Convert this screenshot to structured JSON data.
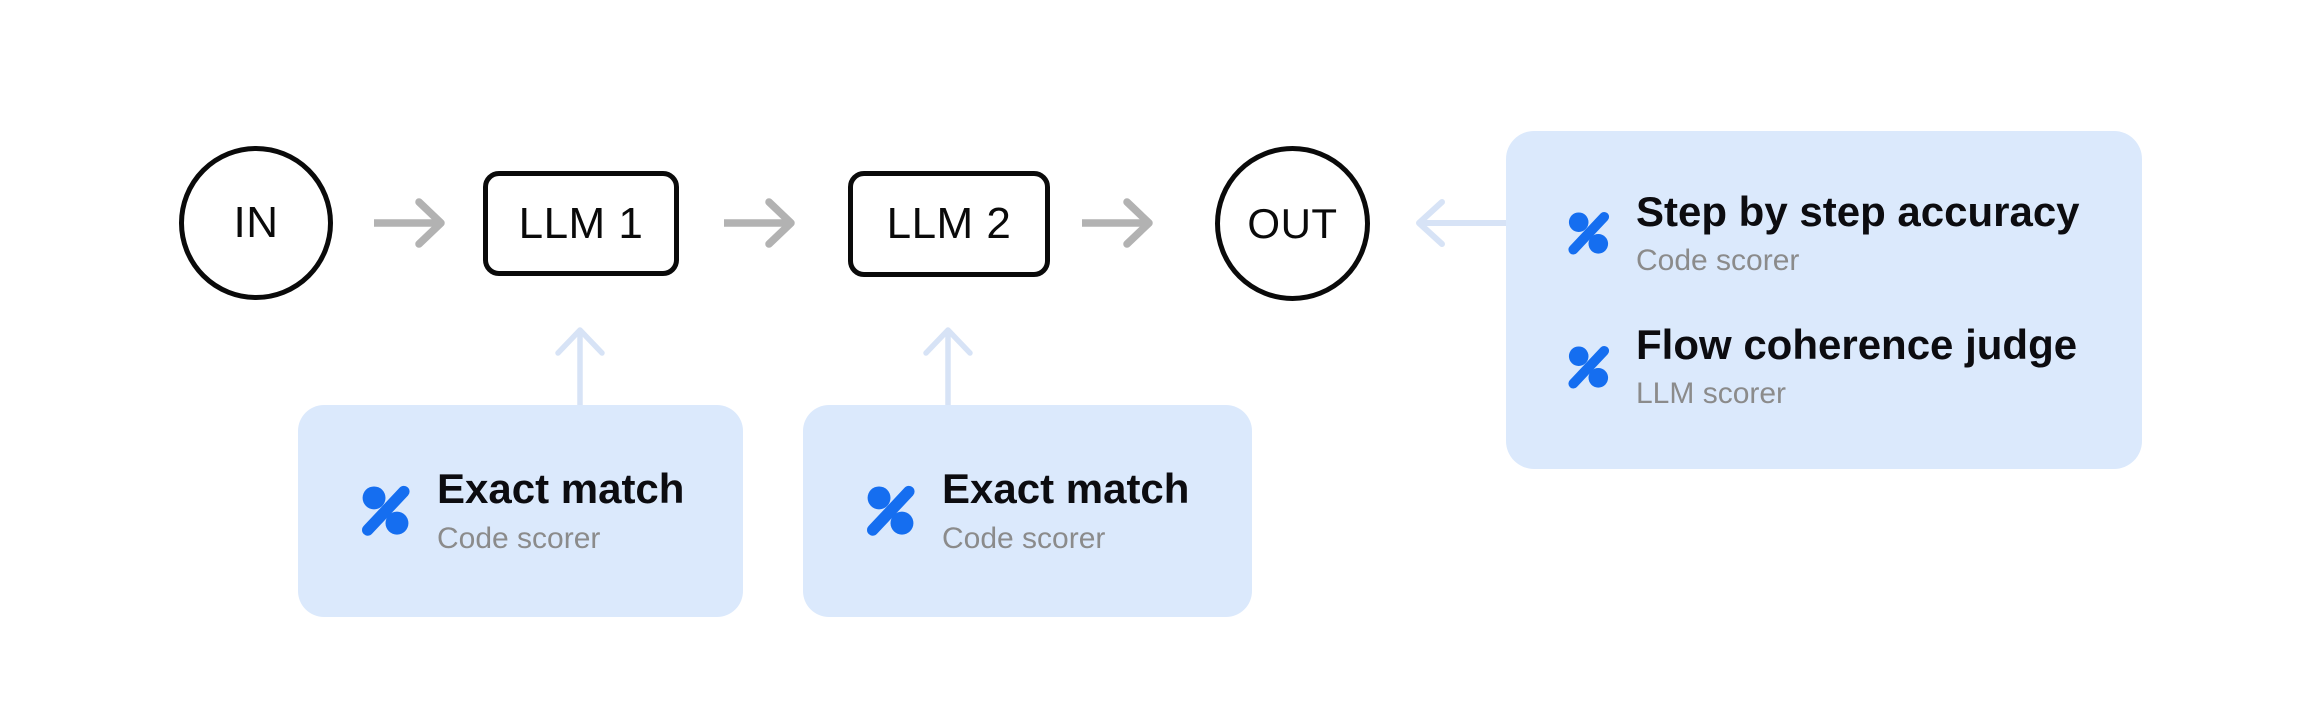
{
  "diagram": {
    "nodes": {
      "in": {
        "label": "IN",
        "shape": "circle"
      },
      "llm1": {
        "label": "LLM 1",
        "shape": "box"
      },
      "llm2": {
        "label": "LLM 2",
        "shape": "box"
      },
      "out": {
        "label": "OUT",
        "shape": "circle"
      }
    },
    "flow": [
      "IN",
      "LLM 1",
      "LLM 2",
      "OUT"
    ],
    "cards": {
      "llm1": {
        "attached_to": "LLM 1",
        "scorers": [
          {
            "name": "Exact match",
            "type": "Code scorer"
          }
        ]
      },
      "llm2": {
        "attached_to": "LLM 2",
        "scorers": [
          {
            "name": "Exact match",
            "type": "Code scorer"
          }
        ]
      },
      "out": {
        "attached_to": "OUT",
        "scorers": [
          {
            "name": "Step by step accuracy",
            "type": "Code scorer"
          },
          {
            "name": "Flow coherence judge",
            "type": "LLM scorer"
          }
        ]
      }
    },
    "colors": {
      "background": "#ffffff",
      "card_background": "#dbe9fc",
      "scorer_icon_blue": "#156ef0",
      "flow_arrow_gray": "#b2b2b2",
      "attach_arrow_blue": "#d7e3f6",
      "node_stroke": "#0a0a0a",
      "scorer_name_text": "#0c0c10",
      "scorer_type_text": "#8b8b8b"
    }
  }
}
